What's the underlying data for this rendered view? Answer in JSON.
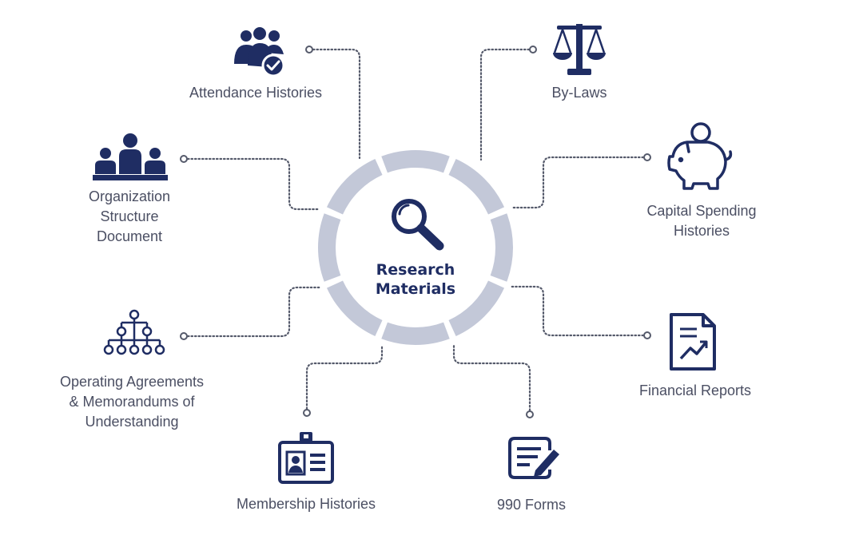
{
  "center": {
    "title": "Research\nMaterials",
    "icon": "magnifier-icon"
  },
  "colors": {
    "navy": "#1f2d63",
    "ring": "#c3c8d8",
    "text": "#4b4f63",
    "dots": "#555a6b"
  },
  "items": [
    {
      "key": "attendance",
      "label": "Attendance Histories",
      "icon": "group-check-icon"
    },
    {
      "key": "bylaws",
      "label": "By-Laws",
      "icon": "scales-icon"
    },
    {
      "key": "org",
      "label": "Organization\nStructure\nDocument",
      "icon": "team-icon"
    },
    {
      "key": "capital",
      "label": "Capital Spending\nHistories",
      "icon": "piggy-bank-icon"
    },
    {
      "key": "operating",
      "label": "Operating Agreements\n& Memorandums of\nUnderstanding",
      "icon": "org-chart-icon"
    },
    {
      "key": "financial",
      "label": "Financial Reports",
      "icon": "report-chart-icon"
    },
    {
      "key": "membership",
      "label": "Membership Histories",
      "icon": "id-badge-icon"
    },
    {
      "key": "forms",
      "label": "990 Forms",
      "icon": "form-edit-icon"
    }
  ]
}
